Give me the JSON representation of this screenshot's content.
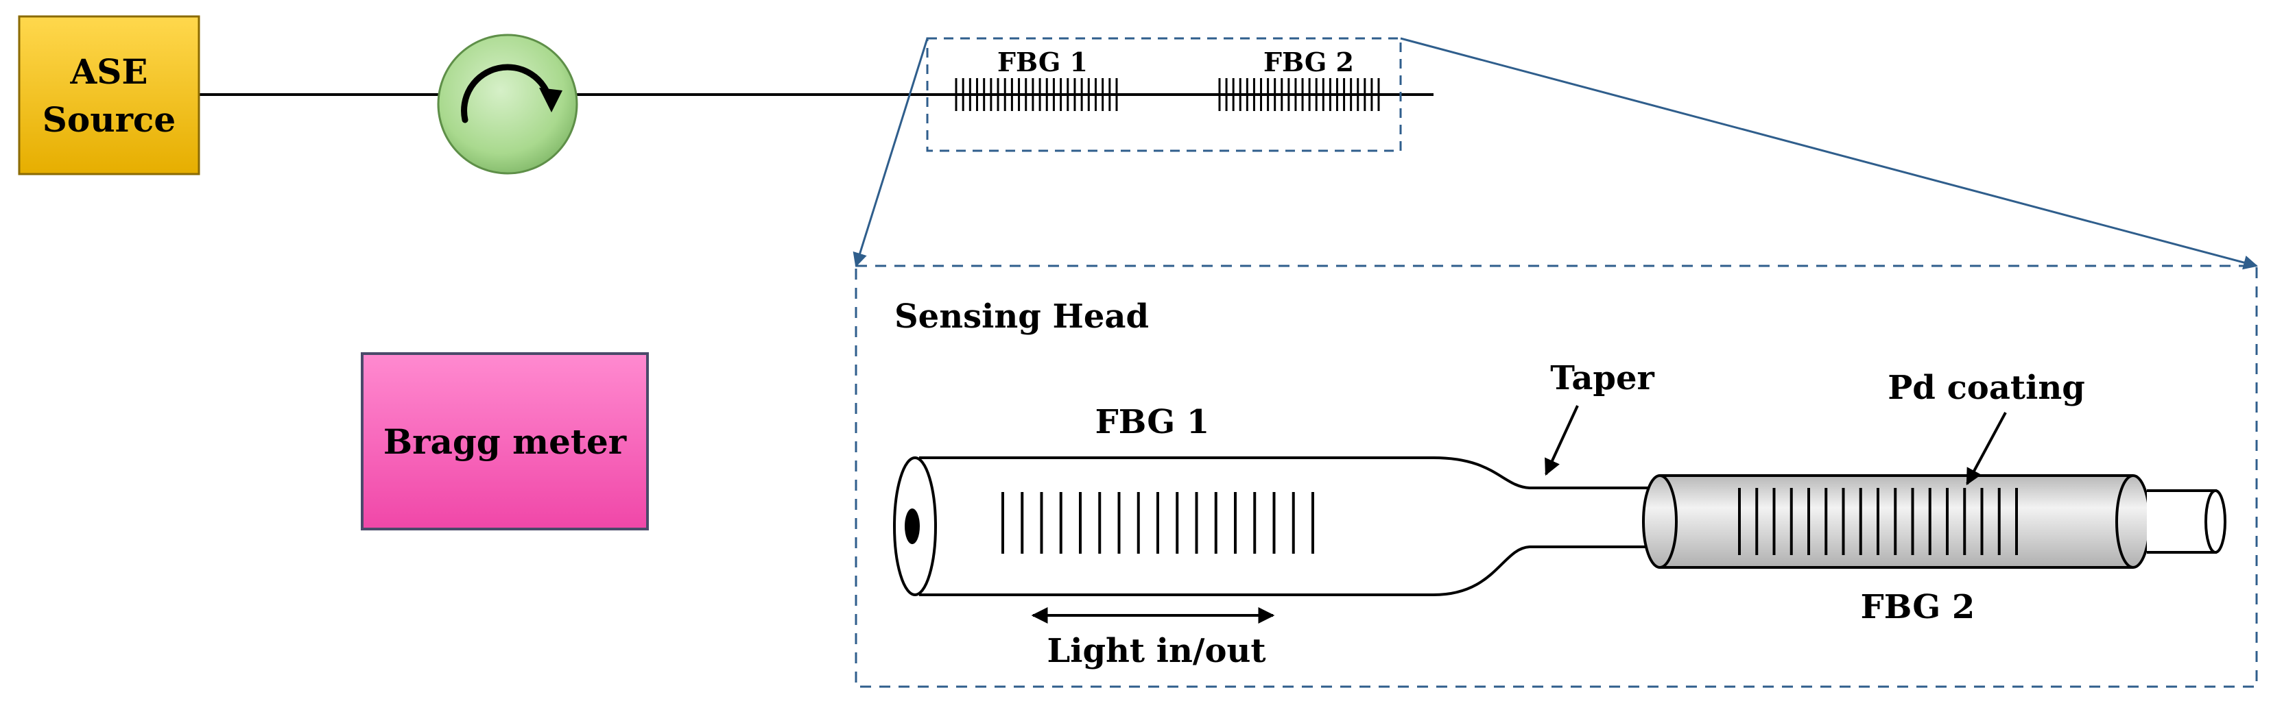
{
  "source": {
    "label_line1": "ASE",
    "label_line2": "Source",
    "color": "#F5C400"
  },
  "circulator": {
    "color": "#A9D98E"
  },
  "bragg_meter": {
    "label": "Bragg meter",
    "color": "#FF66C0"
  },
  "fiber_inset": {
    "fbg1_label": "FBG 1",
    "fbg2_label": "FBG 2"
  },
  "sensing_head": {
    "title": "Sensing Head",
    "fbg1_label": "FBG 1",
    "fbg2_label": "FBG 2",
    "taper_label": "Taper",
    "coating_label": "Pd coating",
    "light_label": "Light in/out"
  },
  "colors": {
    "dashed_box": "#2F5E8C",
    "coating_gray": "#D0D0D0"
  }
}
